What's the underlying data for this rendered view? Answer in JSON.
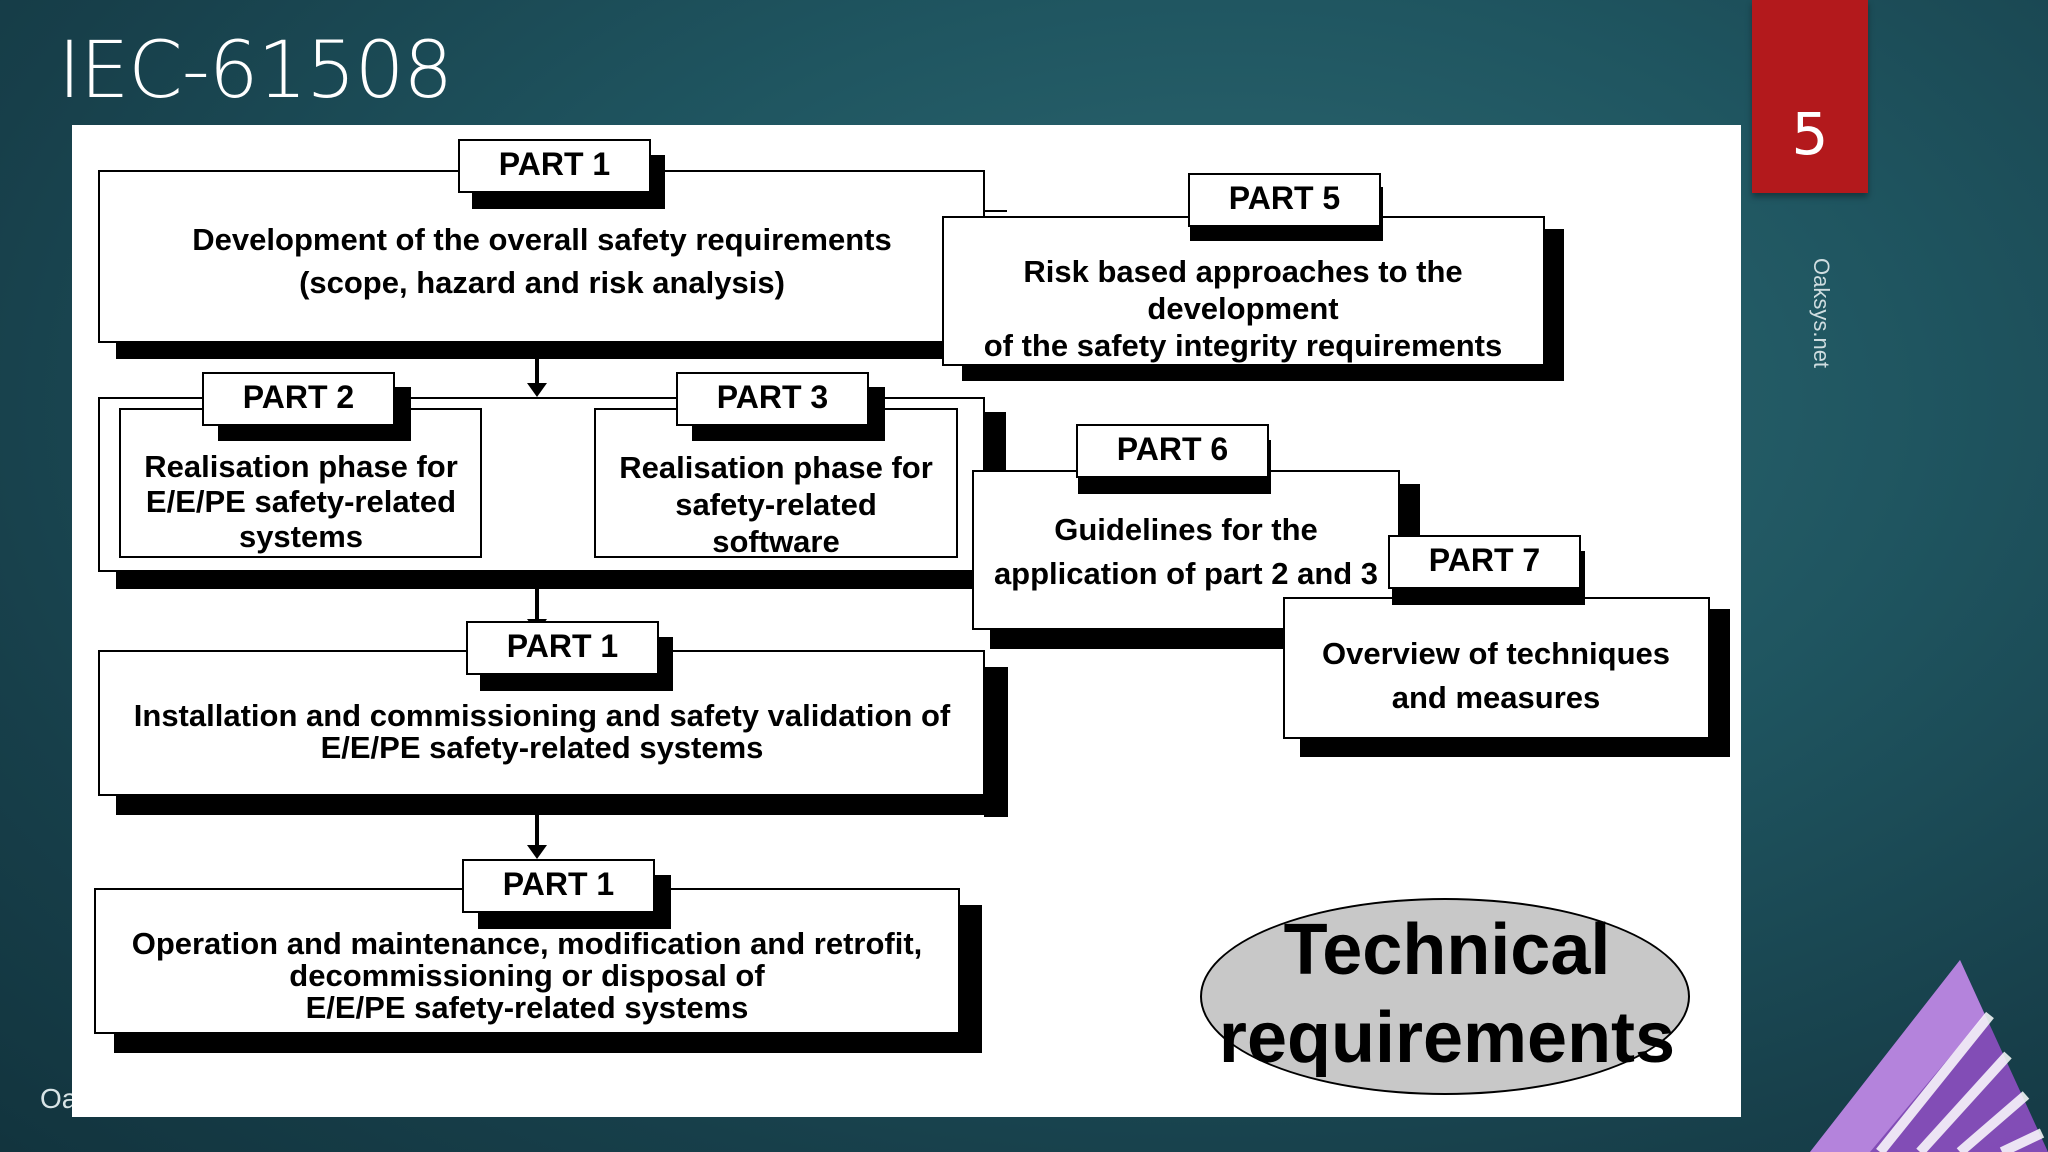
{
  "slide": {
    "title": "IEC-61508",
    "page_number": "5",
    "side_text": "Oaksys.net",
    "footer_text": "Oa"
  },
  "diagram": {
    "part1a": {
      "label": "PART 1",
      "line1": "Development of the overall safety requirements",
      "line2": "(scope, hazard and risk analysis)"
    },
    "part5": {
      "label": "PART 5",
      "line1": "Risk based approaches to the development",
      "line2": "of the safety integrity requirements"
    },
    "part2": {
      "label": "PART 2",
      "line1": "Realisation phase for",
      "line2": "E/E/PE safety-related",
      "line3": "systems"
    },
    "part3": {
      "label": "PART 3",
      "line1": "Realisation phase for",
      "line2": "safety-related",
      "line3": "software"
    },
    "part6": {
      "label": "PART 6",
      "line1": "Guidelines for the",
      "line2": "application of part 2 and 3"
    },
    "part7": {
      "label": "PART 7",
      "line1": "Overview of techniques",
      "line2": "and measures"
    },
    "part1b": {
      "label": "PART 1",
      "line1": "Installation and commissioning and safety validation of",
      "line2": "E/E/PE safety-related systems"
    },
    "part1c": {
      "label": "PART 1",
      "line1": "Operation and maintenance, modification and retrofit,",
      "line2": "decommissioning or disposal of",
      "line3": "E/E/PE safety-related systems"
    },
    "technical": {
      "line1": "Technical",
      "line2": "requirements"
    }
  },
  "colors": {
    "page_tab": "#b3191c",
    "background": "#1f5560",
    "ellipse": "#c8c8c8",
    "logo": "#8e4fc2"
  }
}
